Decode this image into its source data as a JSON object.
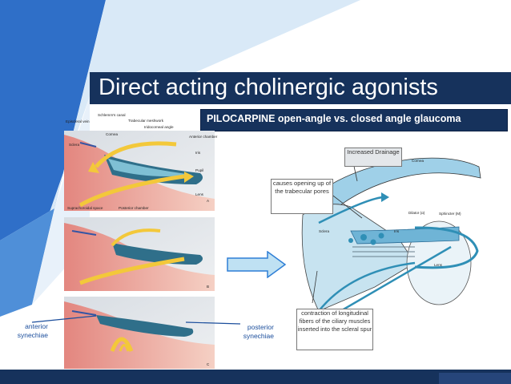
{
  "slide": {
    "title": "Direct acting cholinergic agonists",
    "subtitle": "PILOCARPINE  open-angle vs. closed angle glaucoma",
    "colors": {
      "navy": "#16325c",
      "accent_blue": "#2f7fd6",
      "arrow_fill": "#bfe1f3",
      "arrow_stroke": "#2f7fd6"
    }
  },
  "left_figure": {
    "labels": {
      "episcleral_vein": "Episcleral vein",
      "schlemms_canal": "Schlemm's canal",
      "trabecular_meshwork": "Trabecular meshwork",
      "iridocorneal_angle": "Iridocorneal angle",
      "sclera": "Sclera",
      "cornea": "Cornea",
      "anterior_chamber": "Anterior chamber",
      "iris": "Iris",
      "pupil": "Pupil",
      "lens": "Lens",
      "suprachoroidal_space": "Suprachoroidal space",
      "posterior_chamber": "Posterior chamber",
      "panel_a": "A",
      "panel_b": "B",
      "panel_c": "C"
    },
    "anterior_synechiae": "anterior synechiae",
    "posterior_synechiae": "posterior synechiae"
  },
  "right_figure": {
    "increased_drainage": "Increased Drainage",
    "causes_opening": "causes opening up of the trabecular pores",
    "contraction": "contraction of longitudinal fibers of the ciliary muscles inserted into the scleral spur",
    "labels": {
      "cornea": "Cornea",
      "sclera": "Sclera",
      "dilator": "Dilator (α)",
      "sphincter": "Sphincter (M)",
      "iris": "Iris",
      "lens": "Lens"
    }
  }
}
